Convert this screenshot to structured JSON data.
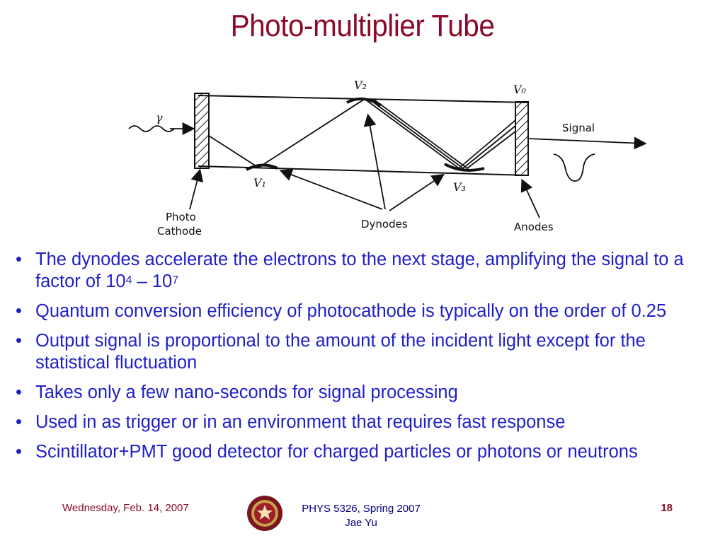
{
  "slide": {
    "title": "Photo-multiplier Tube",
    "diagram": {
      "gamma": "γ",
      "v0": "V₀",
      "v1": "V₁",
      "v2": "V₂",
      "v3": "V₃",
      "signal": "Signal",
      "photo_line1": "Photo",
      "photo_line2": "Cathode",
      "dynodes": "Dynodes",
      "anodes": "Anodes"
    },
    "bullets": [
      {
        "prefix": "The dynodes accelerate the electrons to the next stage, amplifying the signal to a factor of 10",
        "sup1": "4",
        "mid": " – 10",
        "sup2": "7"
      },
      {
        "text": "Quantum conversion efficiency of photocathode is typically on the order of 0.25"
      },
      {
        "text": "Output signal is proportional to the amount of the incident light except for the statistical fluctuation"
      },
      {
        "text": "Takes only a few nano-seconds for signal processing"
      },
      {
        "text": "Used in as trigger or in an environment that requires fast response"
      },
      {
        "text": "Scintillator+PMT good detector for charged particles or photons or neutrons"
      }
    ],
    "bullet_symbol": "•",
    "footer": {
      "date": "Wednesday, Feb. 14, 2007",
      "course": "PHYS 5326, Spring 2007",
      "author": "Jae Yu",
      "page": "18"
    },
    "colors": {
      "title": "#8b0a2a",
      "bullet_text": "#1f1fc8",
      "footer_left": "#8b0a2a",
      "footer_center": "#000080"
    },
    "icons": [
      "university-seal-icon"
    ]
  }
}
